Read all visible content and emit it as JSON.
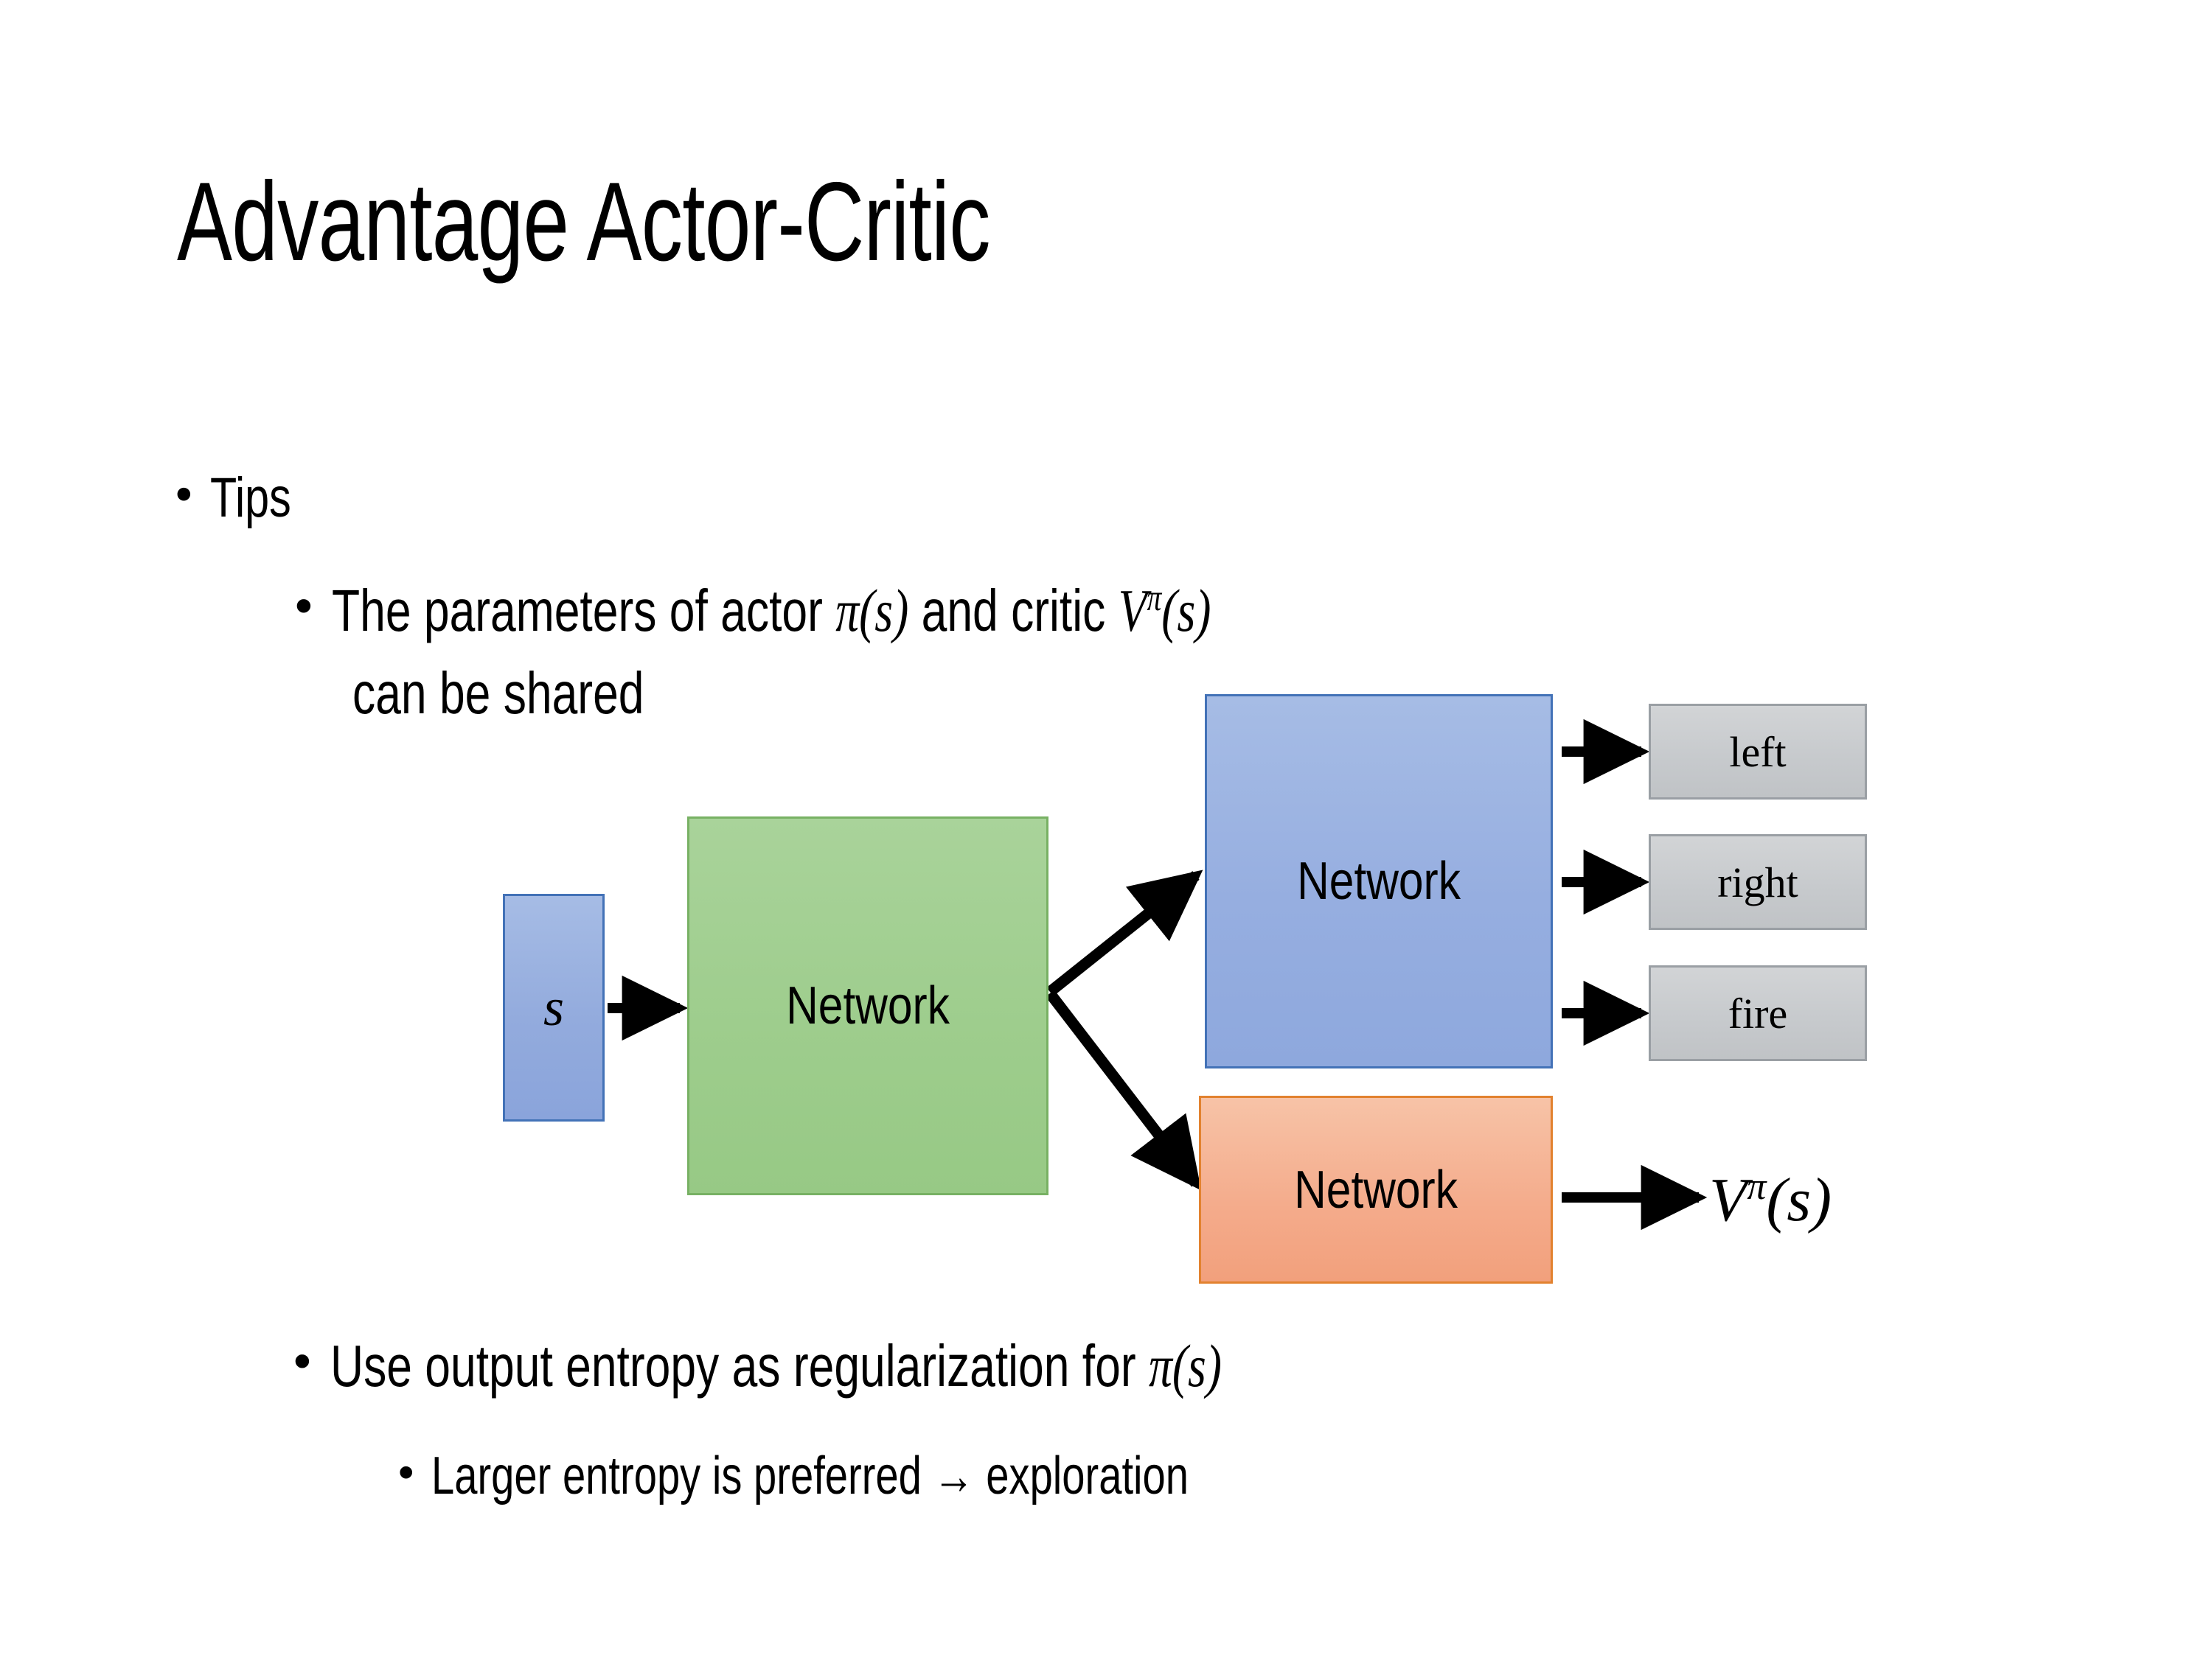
{
  "slide": {
    "title": "Advantage Actor-Critic",
    "background_color": "#ffffff"
  },
  "bullets": {
    "tips": "Tips",
    "shared_prefix": "The parameters of actor ",
    "shared_actor_math": "π(s)",
    "shared_middle": "  and critic ",
    "shared_critic_math_base": "V",
    "shared_critic_math_sup": "π",
    "shared_critic_math_arg": "(s)",
    "shared_line2": "can be shared",
    "entropy_prefix": "Use output entropy as regularization for ",
    "entropy_math": "π(s)",
    "exploration": "Larger entropy is preferred → exploration",
    "bullet_glyph": "•"
  },
  "diagram": {
    "state_label": "s",
    "shared_network_label": "Network",
    "actor_network_label": "Network",
    "critic_network_label": "Network",
    "outputs": [
      {
        "label": "left"
      },
      {
        "label": "right"
      },
      {
        "label": "fire"
      }
    ],
    "value_base": "V",
    "value_sup": "π",
    "value_arg": "(s)",
    "colors": {
      "state_fill": "#93abdd",
      "state_border": "#4372b7",
      "shared_fill": "#9ecd8d",
      "shared_border": "#78b164",
      "actor_fill": "#96aee0",
      "actor_border": "#4372b7",
      "critic_fill": "#f4ab8b",
      "critic_border": "#e2822f",
      "output_fill": "#c7cacd",
      "output_border": "#9a9fa4",
      "arrow": "#000000"
    }
  }
}
